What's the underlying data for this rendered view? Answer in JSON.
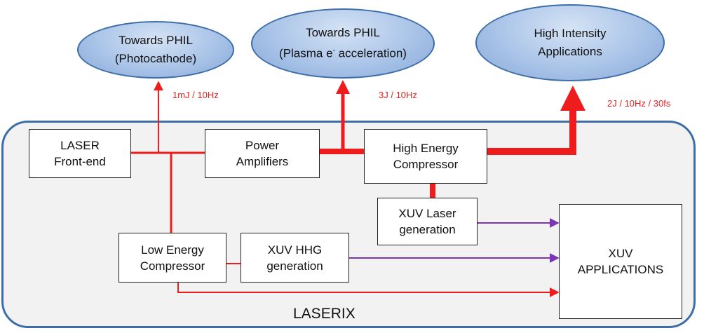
{
  "container": {
    "title": "LASERIX"
  },
  "destinations": [
    {
      "id": "phil-photocathode",
      "label": "Towards PHIL\n(Photocathode)"
    },
    {
      "id": "phil-plasma",
      "label_line1": "Towards PHIL",
      "label_line2_pre": "(Plasma e",
      "label_line2_sup": "-",
      "label_line2_post": " acceleration)"
    },
    {
      "id": "high-intensity",
      "label": "High Intensity\nApplications"
    }
  ],
  "output_labels": {
    "photocathode": "1mJ / 10Hz",
    "plasma": "3J / 10Hz",
    "high_intensity": "2J / 10Hz / 30fs"
  },
  "blocks": {
    "front_end": "LASER\nFront-end",
    "power_amplifiers": "Power\nAmplifiers",
    "high_energy_compressor": "High Energy\nCompressor",
    "xuv_laser": "XUV Laser\ngeneration",
    "low_energy_compressor": "Low Energy\nCompressor",
    "xuv_hhg": "XUV HHG\ngeneration",
    "xuv_applications": "XUV\nAPPLICATIONS"
  },
  "colors": {
    "red_beam": "#ee1c1c",
    "purple_beam": "#7b35b0",
    "container_border": "#3d6ea8",
    "container_fill": "#f2f2f2",
    "ellipse_fill": "#aac4e8"
  }
}
